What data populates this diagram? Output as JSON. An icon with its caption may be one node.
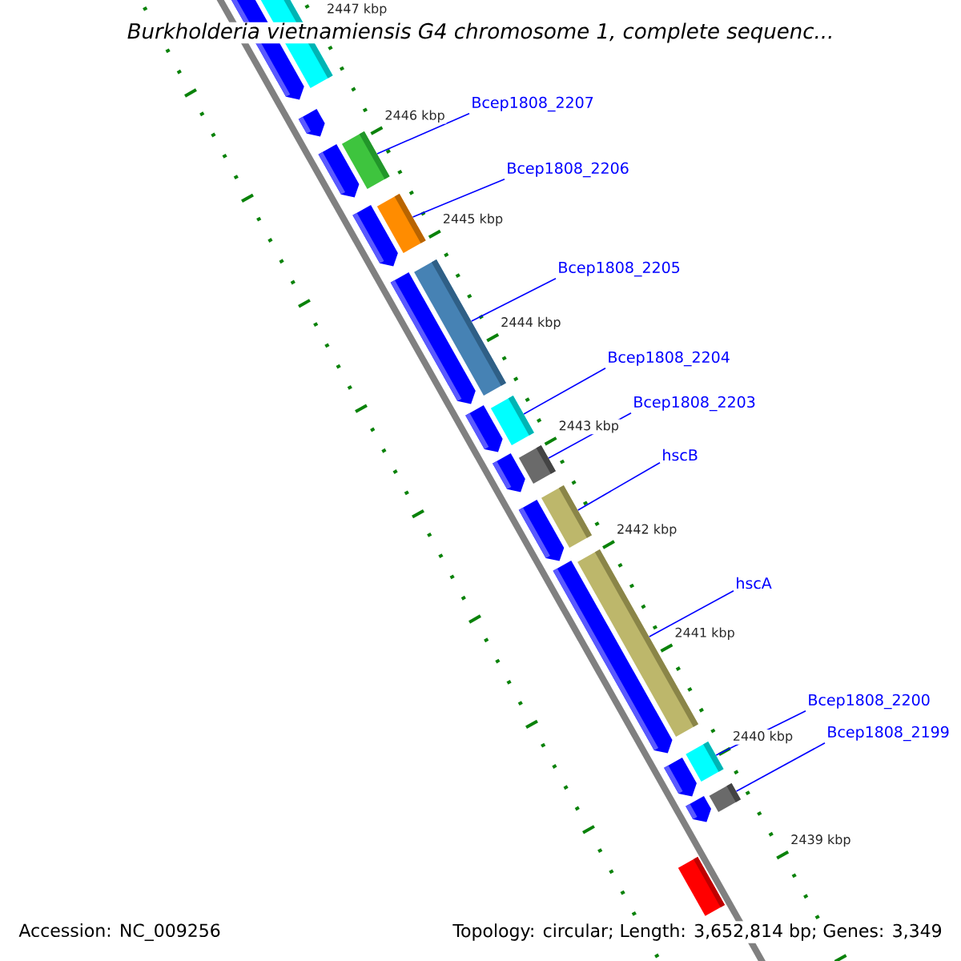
{
  "diagram": {
    "title": "Burkholderia vietnamiensis G4 chromosome 1, complete sequenc...",
    "nodes": [
      {
        "text": [
          "Bcep1808_2207"
        ]
      },
      {
        "text": [],
        "shape": "bar"
      },
      {
        "text": [
          "Bcep1808_2206"
        ]
      },
      {
        "text": [],
        "shape": "bar"
      },
      {
        "text": [
          "Bcep1808_2205"
        ]
      },
      {
        "text": [],
        "shape": "bar"
      },
      {
        "text": [
          "Bcep1808_2204"
        ]
      },
      {
        "text": [],
        "shape": "bar"
      },
      {
        "text": [
          "Bcep1808_2203"
        ]
      },
      {
        "text": [],
        "shape": "bar"
      },
      {
        "text": [
          "hscB"
        ]
      },
      {
        "text": [],
        "shape": "bar"
      },
      {
        "text": [
          "hscA"
        ]
      },
      {
        "text": [],
        "shape": "bar"
      },
      {
        "text": [
          "Bcep1808_2200"
        ]
      },
      {
        "text": [],
        "shape": "bar"
      },
      {
        "text": [
          "Bcep1808_2199"
        ]
      },
      {
        "text": [],
        "shape": "bar"
      }
    ],
    "edges": [
      {
        "from": 0,
        "to": 1,
        "arrow": "none"
      },
      {
        "from": 2,
        "to": 3,
        "arrow": "none"
      },
      {
        "from": 4,
        "to": 5,
        "arrow": "none"
      },
      {
        "from": 6,
        "to": 7,
        "arrow": "none"
      },
      {
        "from": 8,
        "to": 9,
        "arrow": "none"
      },
      {
        "from": 10,
        "to": 11,
        "arrow": "none"
      },
      {
        "from": 12,
        "to": 13,
        "arrow": "none"
      },
      {
        "from": 14,
        "to": 15,
        "arrow": "none"
      },
      {
        "from": 16,
        "to": 17,
        "arrow": "none"
      }
    ],
    "labels": [
      "2447 kbp",
      "2446 kbp",
      "2445 kbp",
      "2444 kbp",
      "2443 kbp",
      "2442 kbp",
      "2441 kbp",
      "2440 kbp",
      "2439 kbp",
      "Accession: NC_009256",
      "Topology: circular; Length: 3,652,814 bp; Genes: 3,349"
    ]
  }
}
